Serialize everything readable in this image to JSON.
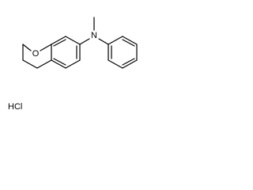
{
  "molecule": {
    "atom_labels": {
      "oxygen": "O",
      "nitrogen": "N"
    },
    "salt": "HCl"
  }
}
